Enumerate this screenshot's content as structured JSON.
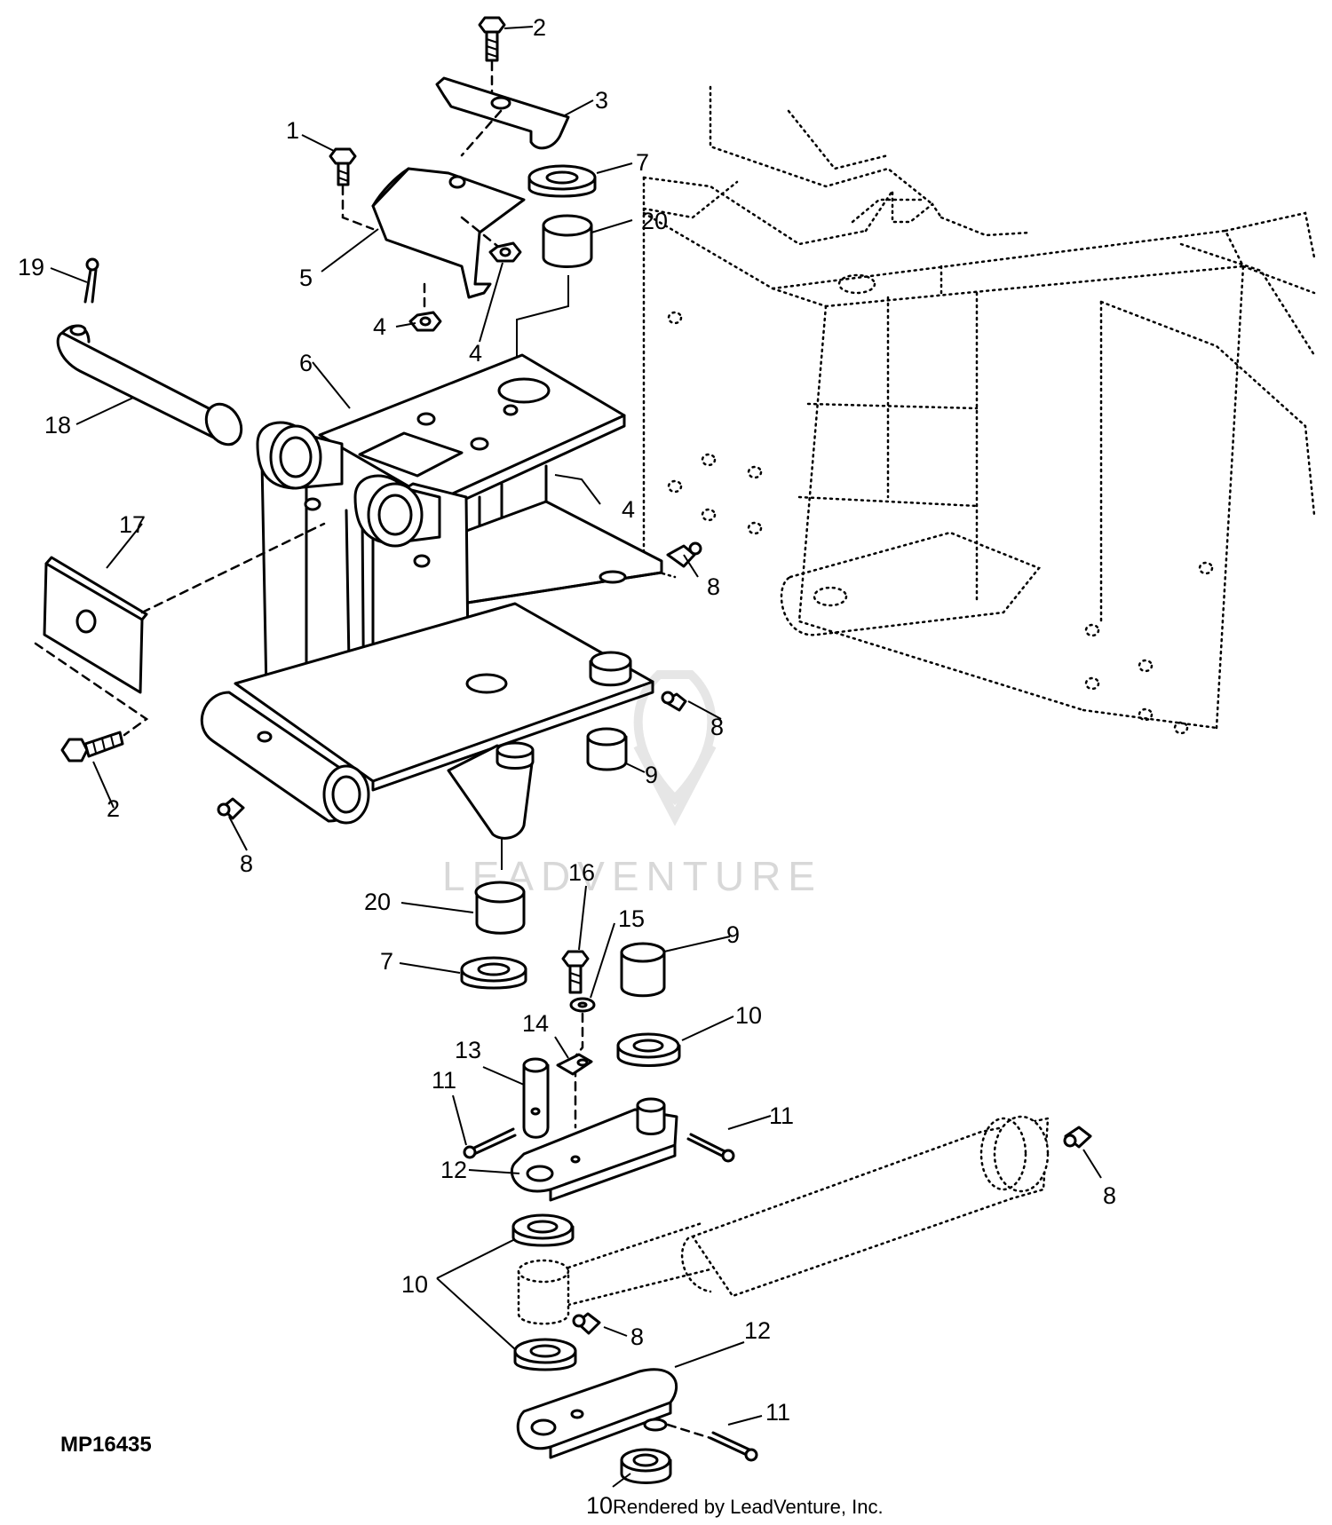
{
  "figure_id": "MP16435",
  "credit": "Rendered by LeadVenture, Inc.",
  "watermark": "LEADVENTURE",
  "callouts": [
    {
      "id": "c-2a",
      "label": "2"
    },
    {
      "id": "c-3",
      "label": "3"
    },
    {
      "id": "c-1",
      "label": "1"
    },
    {
      "id": "c-7a",
      "label": "7"
    },
    {
      "id": "c-20a",
      "label": "20"
    },
    {
      "id": "c-19",
      "label": "19"
    },
    {
      "id": "c-5",
      "label": "5"
    },
    {
      "id": "c-4a",
      "label": "4"
    },
    {
      "id": "c-4b",
      "label": "4"
    },
    {
      "id": "c-6",
      "label": "6"
    },
    {
      "id": "c-18",
      "label": "18"
    },
    {
      "id": "c-4c",
      "label": "4"
    },
    {
      "id": "c-17",
      "label": "17"
    },
    {
      "id": "c-8a",
      "label": "8"
    },
    {
      "id": "c-8b",
      "label": "8"
    },
    {
      "id": "c-2b",
      "label": "2"
    },
    {
      "id": "c-9a",
      "label": "9"
    },
    {
      "id": "c-8c",
      "label": "8"
    },
    {
      "id": "c-16",
      "label": "16"
    },
    {
      "id": "c-20b",
      "label": "20"
    },
    {
      "id": "c-15",
      "label": "15"
    },
    {
      "id": "c-9b",
      "label": "9"
    },
    {
      "id": "c-7b",
      "label": "7"
    },
    {
      "id": "c-10a",
      "label": "10"
    },
    {
      "id": "c-14",
      "label": "14"
    },
    {
      "id": "c-13",
      "label": "13"
    },
    {
      "id": "c-11a",
      "label": "11"
    },
    {
      "id": "c-11b",
      "label": "11"
    },
    {
      "id": "c-12a",
      "label": "12"
    },
    {
      "id": "c-8d",
      "label": "8"
    },
    {
      "id": "c-10b",
      "label": "10"
    },
    {
      "id": "c-8e",
      "label": "8"
    },
    {
      "id": "c-12b",
      "label": "12"
    },
    {
      "id": "c-11c",
      "label": "11"
    },
    {
      "id": "c-10c",
      "label": "10"
    }
  ]
}
